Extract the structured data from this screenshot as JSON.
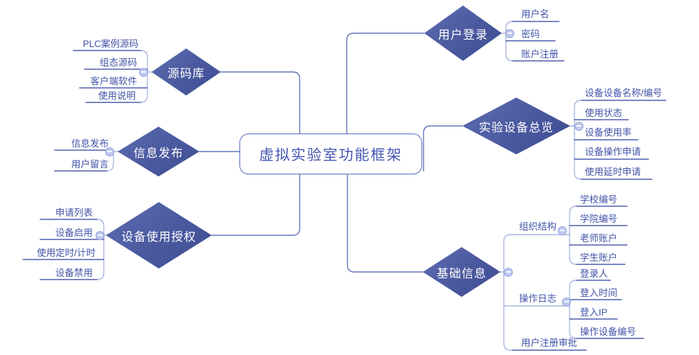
{
  "central": {
    "label": "虚拟实验室功能框架"
  },
  "topics": [
    {
      "id": "source-repo",
      "label": "源码库",
      "children": [
        "PLC案例源码",
        "组态源码",
        "客户端软件",
        "使用说明"
      ]
    },
    {
      "id": "info-publish",
      "label": "信息发布",
      "children": [
        "信息发布",
        "用户留言"
      ]
    },
    {
      "id": "device-auth",
      "label": "设备使用授权",
      "children": [
        "申请列表",
        "设备启用",
        "使用定时/计时",
        "设备禁用"
      ]
    },
    {
      "id": "user-login",
      "label": "用户登录",
      "children": [
        "用户名",
        "密码",
        "账户注册"
      ]
    },
    {
      "id": "equipment-overview",
      "label": "实验设备总览",
      "children": [
        "设备设备名称/编号",
        "使用状态",
        "设备使用率",
        "设备操作申请",
        "使用延时申请"
      ]
    },
    {
      "id": "basic-info",
      "label": "基础信息",
      "children": [
        {
          "label": "组织结构",
          "children": [
            "学校编号",
            "学院编号",
            "老师账户",
            "学生账户"
          ]
        },
        {
          "label": "操作日志",
          "children": [
            "登录人",
            "登入时间",
            "登入IP",
            "操作设备编号"
          ]
        },
        {
          "label": "用户注册审批"
        }
      ]
    }
  ],
  "icons": {
    "collapse": "minus-in-circle"
  },
  "colors": {
    "background": "#ffffff",
    "diamond_fill_top": "#5e6cb0",
    "diamond_fill_bottom": "#3e4c93",
    "diamond_text": "#ffffff",
    "central_border": "#5767bd",
    "central_text": "#4355b2",
    "child_text": "#4254a8",
    "leaf_underline": "#4c5cae",
    "branch_line": "#6273bd",
    "bracket_line": "#a8b3e3",
    "collapse_icon_fill": "#bdc8ef",
    "collapse_icon_border": "#93a3da"
  }
}
